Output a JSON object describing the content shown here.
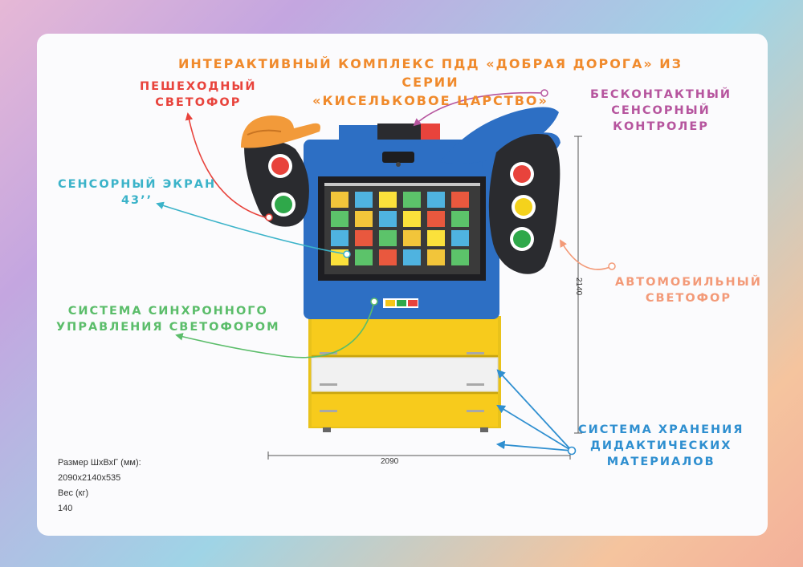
{
  "title": {
    "line1": "ИНТЕРАКТИВНЫЙ КОМПЛЕКС ПДД «ДОБРАЯ ДОРОГА» ИЗ СЕРИИ",
    "line2": "«КИСЕЛЬКОВОЕ ЦАРСТВО»"
  },
  "labels": {
    "pedestrian_light": {
      "line1": "ПЕШЕХОДНЫЙ",
      "line2": "СВЕТОФОР",
      "color": "#e8433c"
    },
    "touch_controller": {
      "line1": "БЕСКОНТАКТНЫЙ СЕНСОРНЫЙ",
      "line2": "КОНТРОЛЕР",
      "color": "#b6559e"
    },
    "touch_screen": {
      "line1": "СЕНСОРНЫЙ ЭКРАН",
      "line2": "43’’",
      "color": "#3bb3c9"
    },
    "car_light": {
      "line1": "АВТОМОБИЛЬНЫЙ",
      "line2": "СВЕТОФОР",
      "color": "#f39a78"
    },
    "sync_system": {
      "line1": "СИСТЕМА СИНХРОННОГО",
      "line2": "УПРАВЛЕНИЯ СВЕТОФОРОМ",
      "color": "#5bbd6a"
    },
    "storage_system": {
      "line1": "СИСТЕМА ХРАНЕНИЯ",
      "line2": "ДИДАКТИЧЕСКИХ",
      "line3": "МАТЕРИАЛОВ",
      "color": "#2f8fd0"
    }
  },
  "dimensions": {
    "width": "2090",
    "height": "2140"
  },
  "specs": {
    "size_label": "Размер ШхВхГ (мм):",
    "size_value": "2090x2140x535",
    "weight_label": "Вес (кг)",
    "weight_value": "140"
  },
  "colors": {
    "cabinet_blue": "#2d6fc4",
    "drawer_yellow": "#f5c518",
    "light_red": "#e8433c",
    "light_green": "#2fa84a",
    "light_yellow": "#f4d21c",
    "panel_black": "#2a2b2f"
  }
}
